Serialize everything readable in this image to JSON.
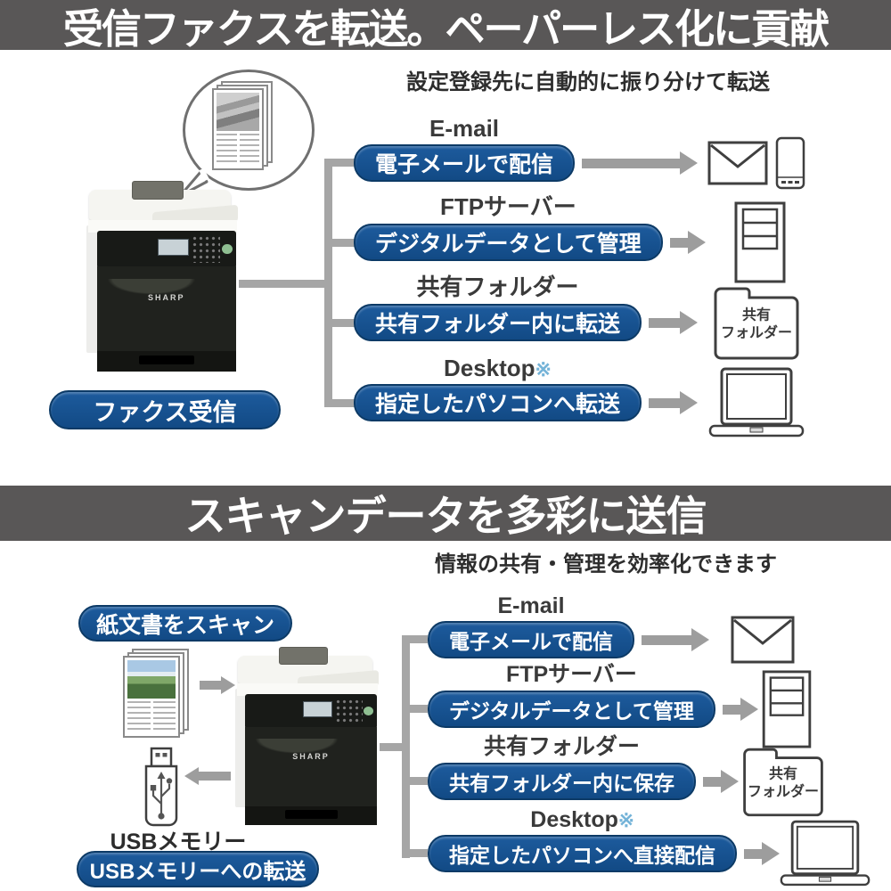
{
  "page": {
    "brand": "SHARP"
  },
  "colors": {
    "banner_bg": "#595757",
    "pill_blue": "#14508c",
    "pill_border": "#0c3a66",
    "arrow_gray": "#9d9d9d",
    "connector_gray": "#a6a6a6",
    "footnote_mark_blue": "#74b3d8"
  },
  "fax_section": {
    "banner": "受信ファクスを転送。ペーパーレス化に貢献",
    "subtitle": "設定登録先に自動的に振り分けて転送",
    "source_pill": "ファクス受信",
    "folder_icon_label": "共有\nフォルダー",
    "rows": [
      {
        "header": "E-mail",
        "mark": "",
        "pill": "電子メールで配信",
        "icons": [
          "envelope-icon",
          "smartphone-icon"
        ]
      },
      {
        "header": "FTPサーバー",
        "mark": "",
        "pill": "デジタルデータとして管理",
        "icons": [
          "server-icon"
        ]
      },
      {
        "header": "共有フォルダー",
        "mark": "",
        "pill": "共有フォルダー内に転送",
        "icons": [
          "shared-folder-icon"
        ]
      },
      {
        "header": "Desktop",
        "mark": "※",
        "pill": "指定したパソコンへ転送",
        "icons": [
          "laptop-icon"
        ]
      }
    ]
  },
  "scan_section": {
    "banner": "スキャンデータを多彩に送信",
    "subtitle": "情報の共有・管理を効率化できます",
    "scan_pill": "紙文書をスキャン",
    "usb_caption": "USBメモリー",
    "usb_pill": "USBメモリーへの転送",
    "folder_icon_label": "共有\nフォルダー",
    "rows": [
      {
        "header": "E-mail",
        "mark": "",
        "pill": "電子メールで配信",
        "icons": [
          "envelope-icon"
        ]
      },
      {
        "header": "FTPサーバー",
        "mark": "",
        "pill": "デジタルデータとして管理",
        "icons": [
          "server-icon"
        ]
      },
      {
        "header": "共有フォルダー",
        "mark": "",
        "pill": "共有フォルダー内に保存",
        "icons": [
          "shared-folder-icon"
        ]
      },
      {
        "header": "Desktop",
        "mark": "※",
        "pill": "指定したパソコンへ直接配信",
        "icons": [
          "laptop-icon"
        ]
      }
    ]
  }
}
